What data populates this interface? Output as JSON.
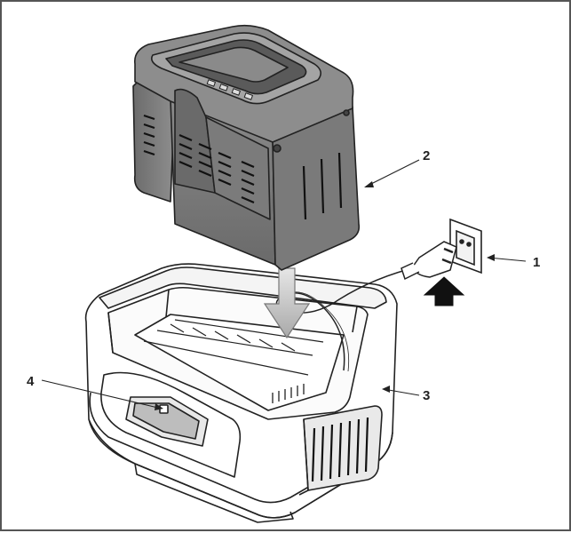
{
  "diagram": {
    "callouts": [
      {
        "id": "1",
        "label": "1"
      },
      {
        "id": "2",
        "label": "2"
      },
      {
        "id": "3",
        "label": "3"
      },
      {
        "id": "4",
        "label": "4"
      }
    ],
    "colors": {
      "battery_body": "#7d7d7d",
      "battery_top": "#9a9a9a",
      "battery_dark": "#4a4a4a",
      "outline": "#222222",
      "charger_fill": "#ffffff",
      "arrow_fill": "#c8c8c8",
      "plug_arrow": "#111111"
    },
    "icons": {
      "insert_arrow": "down-arrow-icon",
      "plug_arrow": "up-arrow-icon"
    }
  }
}
